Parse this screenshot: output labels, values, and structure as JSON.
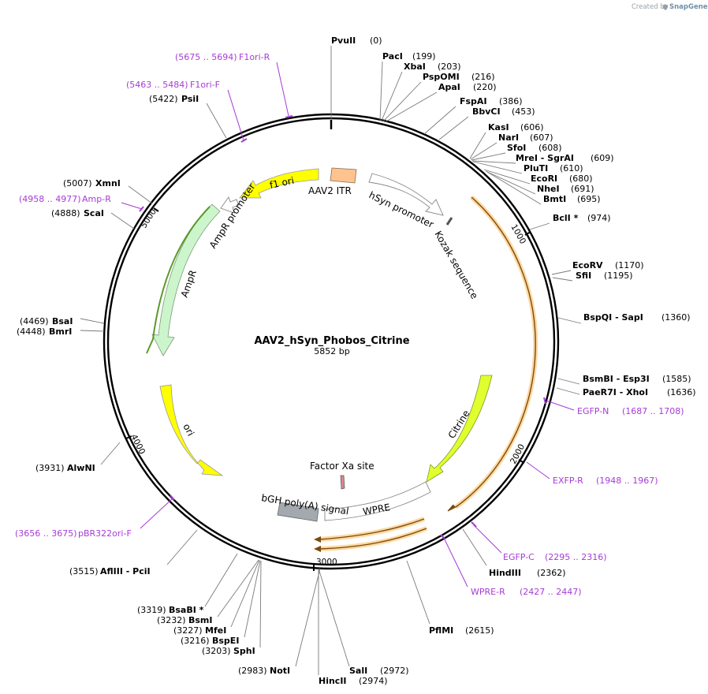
{
  "credit": {
    "prefix": "Created by",
    "brand": "SnapGene"
  },
  "plasmid": {
    "name": "AAV2_hSyn_Phobos_Citrine",
    "size_label": "5852 bp"
  },
  "ticks": [
    "1000",
    "2000",
    "3000",
    "4000",
    "5000"
  ],
  "sites": [
    {
      "name": "PvuII",
      "pos": "(0)"
    },
    {
      "name": "PacI",
      "pos": "(199)"
    },
    {
      "name": "XbaI",
      "pos": "(203)"
    },
    {
      "name": "PspOMI",
      "pos": "(216)"
    },
    {
      "name": "ApaI",
      "pos": "(220)"
    },
    {
      "name": "FspAI",
      "pos": "(386)"
    },
    {
      "name": "BbvCI",
      "pos": "(453)"
    },
    {
      "name": "KasI",
      "pos": "(606)"
    },
    {
      "name": "NarI",
      "pos": "(607)"
    },
    {
      "name": "SfoI",
      "pos": "(608)"
    },
    {
      "name": "MreI - SgrAI",
      "pos": "(609)"
    },
    {
      "name": "PluTI",
      "pos": "(610)"
    },
    {
      "name": "EcoRI",
      "pos": "(680)"
    },
    {
      "name": "NheI",
      "pos": "(691)"
    },
    {
      "name": "BmtI",
      "pos": "(695)"
    },
    {
      "name": "BclI *",
      "pos": "(974)"
    },
    {
      "name": "EcoRV",
      "pos": "(1170)"
    },
    {
      "name": "SfiI",
      "pos": "(1195)"
    },
    {
      "name": "BspQI - SapI",
      "pos": "(1360)"
    },
    {
      "name": "BsmBI - Esp3I",
      "pos": "(1585)"
    },
    {
      "name": "PaeR7I - XhoI",
      "pos": "(1636)"
    },
    {
      "name": "HindIII",
      "pos": "(2362)"
    },
    {
      "name": "PflMI",
      "pos": "(2615)"
    },
    {
      "name": "SalI",
      "pos": "(2972)"
    },
    {
      "name": "HincII",
      "pos": "(2974)"
    },
    {
      "name": "NotI",
      "pos": "(2983)"
    },
    {
      "name": "SphI",
      "pos": "(3203)"
    },
    {
      "name": "BspEI",
      "pos": "(3216)"
    },
    {
      "name": "MfeI",
      "pos": "(3227)"
    },
    {
      "name": "BsmI",
      "pos": "(3232)"
    },
    {
      "name": "BsaBI *",
      "pos": "(3319)"
    },
    {
      "name": "AflIII - PciI",
      "pos": "(3515)"
    },
    {
      "name": "AlwNI",
      "pos": "(3931)"
    },
    {
      "name": "BmrI",
      "pos": "(4448)"
    },
    {
      "name": "BsaI",
      "pos": "(4469)"
    },
    {
      "name": "ScaI",
      "pos": "(4888)"
    },
    {
      "name": "XmnI",
      "pos": "(5007)"
    },
    {
      "name": "PsiI",
      "pos": "(5422)"
    }
  ],
  "primers": [
    {
      "name": "F1ori-R",
      "range": "(5675 .. 5694)"
    },
    {
      "name": "F1ori-F",
      "range": "(5463 .. 5484)"
    },
    {
      "name": "Amp-R",
      "range": "(4958 .. 4977)"
    },
    {
      "name": "EGFP-N",
      "range": "(1687 .. 1708)"
    },
    {
      "name": "EXFP-R",
      "range": "(1948 .. 1967)"
    },
    {
      "name": "EGFP-C",
      "range": "(2295 .. 2316)"
    },
    {
      "name": "WPRE-R",
      "range": "(2427 .. 2447)"
    },
    {
      "name": "pBR322ori-F",
      "range": "(3656 .. 3675)"
    }
  ],
  "features": {
    "aav2_itr": "AAV2 ITR",
    "hsyn_promoter": "hSyn promoter",
    "kozak": "Kozak sequence",
    "f1_ori": "f1 ori",
    "ampr_promoter": "AmpR promoter",
    "ampr": "AmpR",
    "ori": "ori",
    "citrine": "Citrine",
    "factor_xa": "Factor Xa site",
    "wpre": "WPRE",
    "bgh": "bGH poly(A) signal"
  },
  "colors": {
    "primer": "#a63bd6",
    "f1_ori": "#ffff00",
    "ori": "#ffff00",
    "ampr": "#ccf5cc",
    "itr": "#ffc38f",
    "citrine": "#e1ff2e",
    "orf_highlight": "#ffd9a0",
    "bgh": "#a4a9b0"
  }
}
